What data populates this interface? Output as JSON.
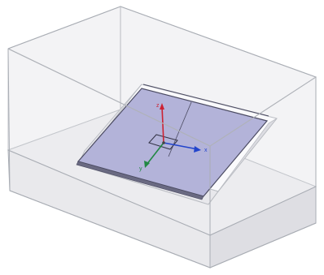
{
  "viewport": {
    "background": "#ffffff"
  },
  "colors": {
    "box_edge": "#a9adb4",
    "box_fill": "#e6e6e8",
    "box_top_fill": "#f0f0f2",
    "box_face_light": "#f4f4f6",
    "substrate_fill": "#f9f9fb",
    "patch_fill": "#b3b3d9",
    "patch_edge": "#4b4b62",
    "axis_x": "#2244cc",
    "axis_y": "#228844",
    "axis_z": "#cc2233"
  },
  "axes": {
    "x_label": "x",
    "y_label": "y",
    "z_label": "z"
  },
  "icons": {
    "triad": "coordinate-triad-icon"
  }
}
